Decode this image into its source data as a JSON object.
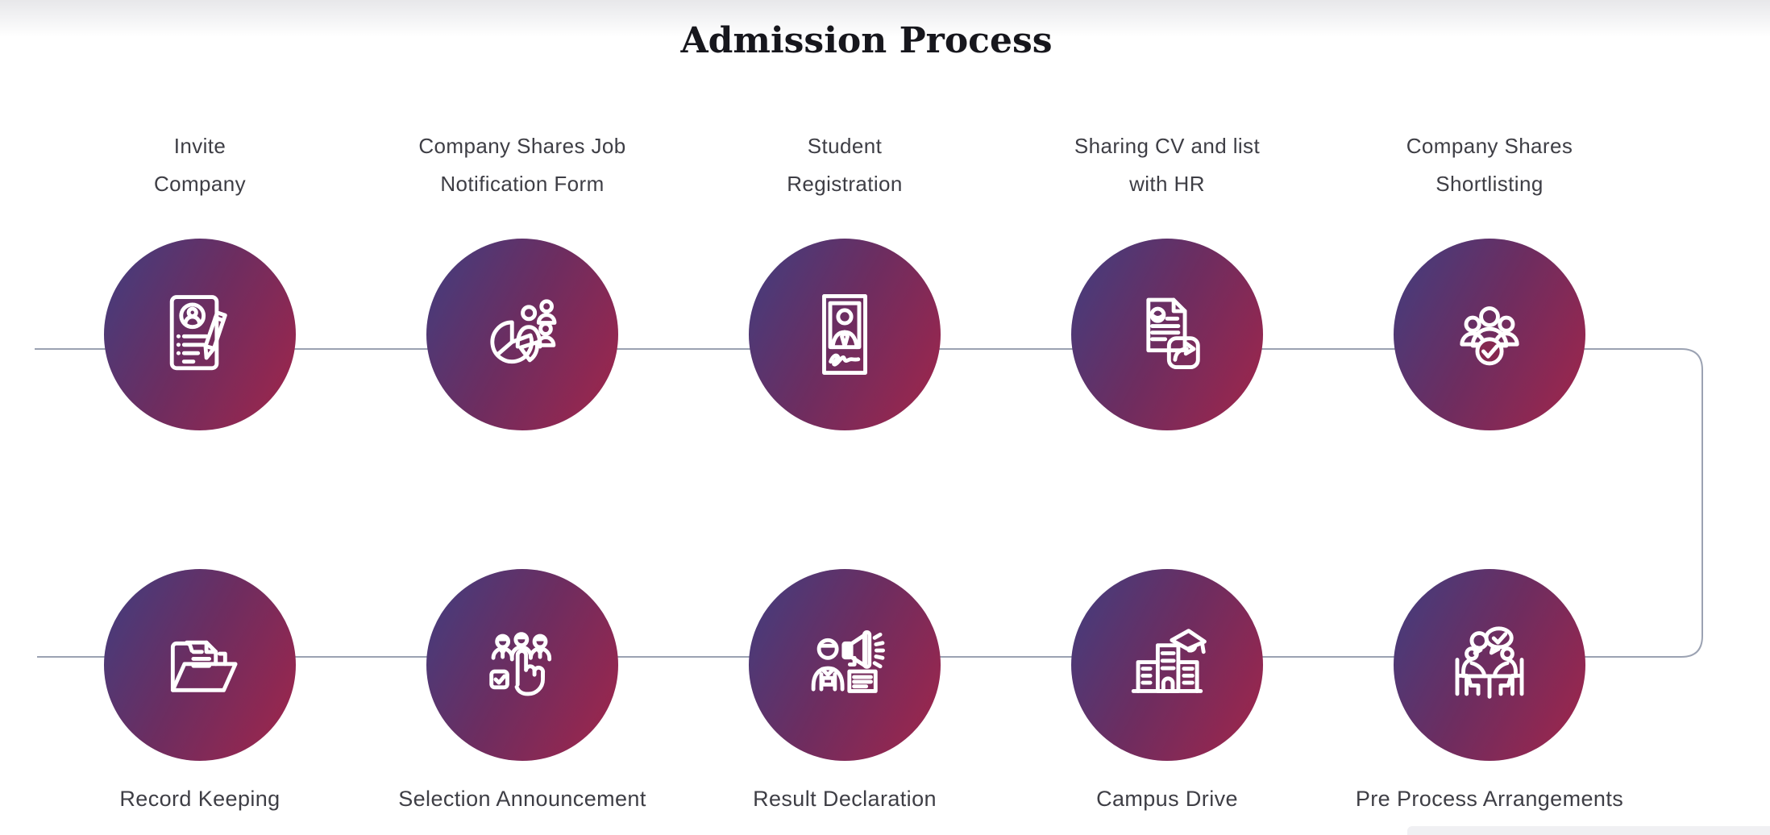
{
  "title": "Admission Process",
  "steps": [
    {
      "id": "invite-company",
      "row": "top",
      "label_lines": [
        "Invite",
        "Company"
      ],
      "icon": "resume-pencil-icon"
    },
    {
      "id": "job-notification-form",
      "row": "top",
      "label_lines": [
        "Company Shares Job",
        "Notification Form"
      ],
      "icon": "pie-chart-people-icon"
    },
    {
      "id": "student-registration",
      "row": "top",
      "label_lines": [
        "Student",
        "Registration"
      ],
      "icon": "id-photo-icon"
    },
    {
      "id": "sharing-cv-with-hr",
      "row": "top",
      "label_lines": [
        "Sharing CV and list",
        "with HR"
      ],
      "icon": "cv-share-icon"
    },
    {
      "id": "company-shortlisting",
      "row": "top",
      "label_lines": [
        "Company Shares",
        "Shortlisting"
      ],
      "icon": "people-check-icon"
    },
    {
      "id": "record-keeping",
      "row": "bottom",
      "label_lines": [
        "Record Keeping"
      ],
      "icon": "folder-documents-icon"
    },
    {
      "id": "selection-announcement",
      "row": "bottom",
      "label_lines": [
        "Selection Announcement"
      ],
      "icon": "candidate-pick-icon"
    },
    {
      "id": "result-declaration",
      "row": "bottom",
      "label_lines": [
        "Result Declaration"
      ],
      "icon": "megaphone-person-icon"
    },
    {
      "id": "campus-drive",
      "row": "bottom",
      "label_lines": [
        "Campus Drive"
      ],
      "icon": "campus-building-icon"
    },
    {
      "id": "pre-process-arrangements",
      "row": "bottom",
      "label_lines": [
        "Pre Process Arrangements"
      ],
      "icon": "interview-table-icon"
    }
  ],
  "colors": {
    "circle_gradient_start": "#403e80",
    "circle_gradient_mid": "#6d2d60",
    "circle_gradient_end": "#a2254a",
    "connector_line": "#9ba2b2",
    "icon_stroke": "#ffffff",
    "label_text": "#3e3e45",
    "title_text": "#17171d"
  }
}
